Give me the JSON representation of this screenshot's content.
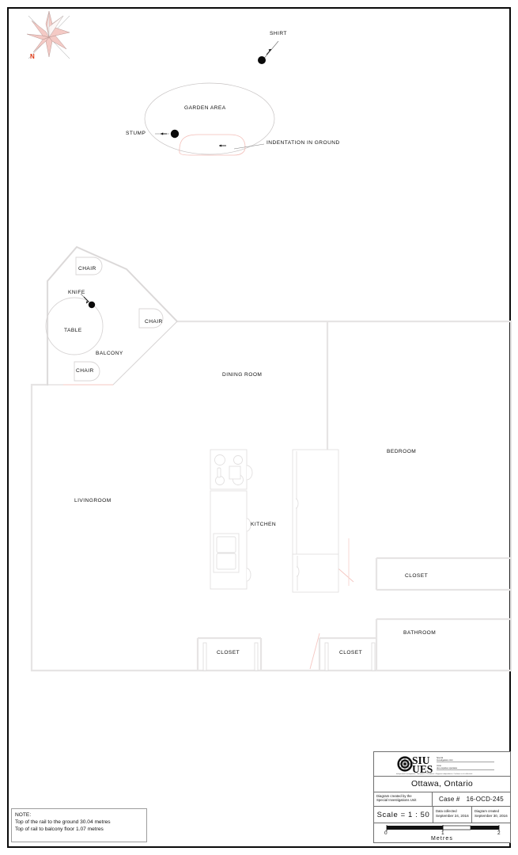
{
  "document": {
    "type": "scene-diagram",
    "agency_logo": {
      "acronym_en": "SIU",
      "acronym_fr": "UES"
    },
    "city": "Ottawa, Ontario"
  },
  "compass": {
    "north_label": "N",
    "color": "#e8a9a0"
  },
  "outdoor": {
    "shirt_label": "SHIRT",
    "garden_label": "GARDEN AREA",
    "stump_label": "STUMP",
    "indentation_label": "INDENTATION IN GROUND"
  },
  "balcony": {
    "label": "BALCONY",
    "table_label": "TABLE",
    "knife_label": "KNIFE",
    "chairs": [
      {
        "label": "CHAIR"
      },
      {
        "label": "CHAIR"
      },
      {
        "label": "CHAIR"
      }
    ]
  },
  "rooms": [
    {
      "label": "DINING ROOM"
    },
    {
      "label": "LIVINGROOM"
    },
    {
      "label": "KITCHEN"
    },
    {
      "label": "BEDROOM"
    },
    {
      "label": "CLOSET"
    },
    {
      "label": "BATHROOM"
    },
    {
      "label": "CLOSET"
    },
    {
      "label": "CLOSET"
    }
  ],
  "note": {
    "heading": "NOTE:",
    "line1": "Top of the rail to the ground 30.04 metres",
    "line2": "Top of rail to balcony floor 1.07 metres"
  },
  "title_block": {
    "created_by_line1": "Diagram created by the",
    "created_by_line2": "Special Investigations Unit",
    "case_key": "Case #",
    "case_value": "16-OCD-245",
    "scale": "Scale =  1 : 50",
    "data_collected_key": "Data collected",
    "data_collected_value": "September 24, 2016",
    "diagram_created_key": "Diagram created",
    "diagram_created_value": "September 30, 2016",
    "scalebar": {
      "units": "Metres",
      "ticks": [
        "0",
        "1",
        "2"
      ]
    }
  },
  "colors": {
    "wall": "#eceaea",
    "wall_dark": "#d9d7d7",
    "marker": "#0a0a0a",
    "accent_pink": "#f6c9c4",
    "border": "#0a0a0a",
    "text": "#111111"
  }
}
